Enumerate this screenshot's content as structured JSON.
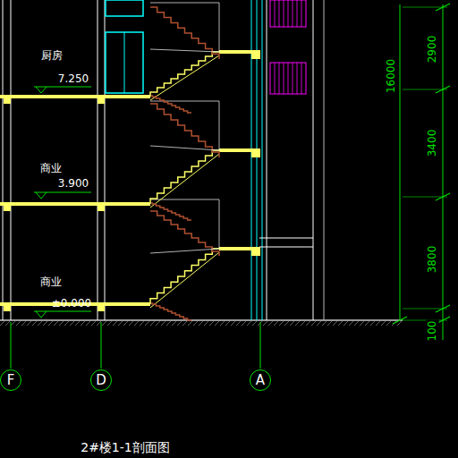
{
  "diagram": {
    "caption": "2#楼1-1剖面图",
    "nodes": [
      {
        "text": [
          "F"
        ]
      },
      {
        "text": [
          "D"
        ]
      },
      {
        "text": [
          "A"
        ]
      }
    ],
    "edges": [],
    "labels": [
      "厨房",
      "7.250",
      "商业",
      "3.900",
      "商业",
      "±0.000",
      "16000",
      "2900",
      "3400",
      "3800",
      "100"
    ]
  }
}
